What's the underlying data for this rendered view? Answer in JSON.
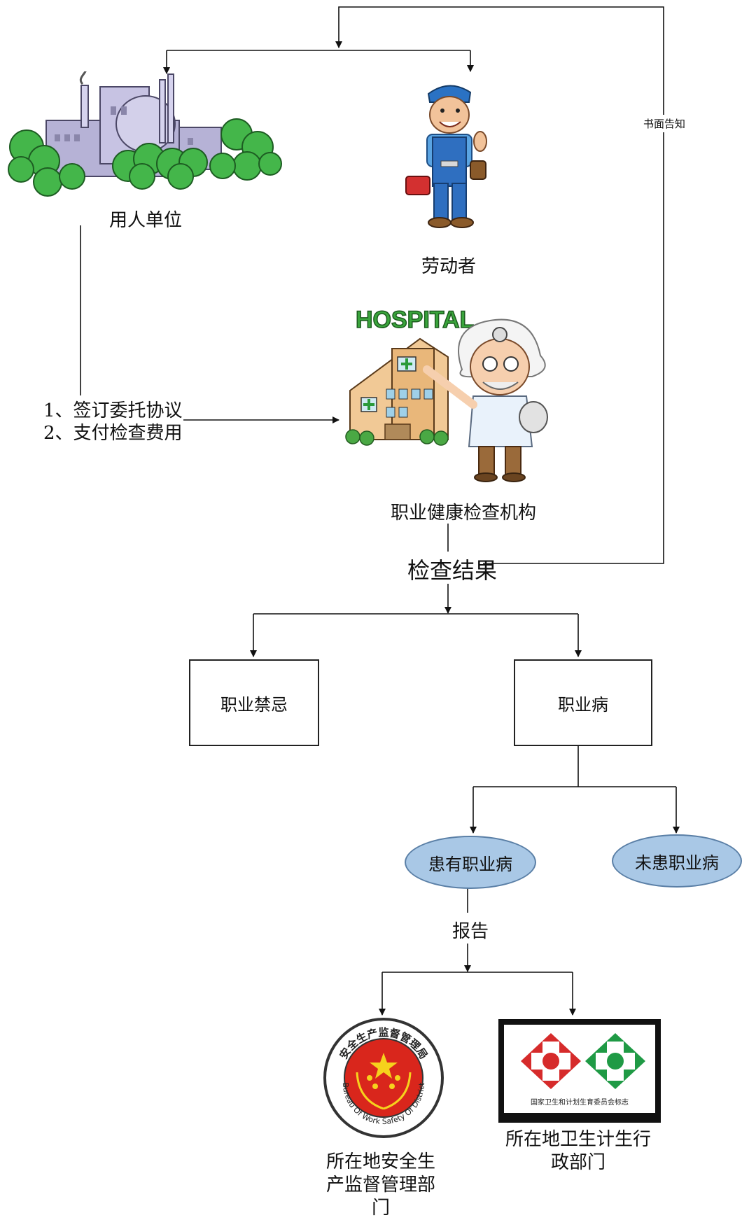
{
  "nodes": {
    "employer": "用人单位",
    "worker": "劳动者",
    "exam_institution": "职业健康检查机构",
    "results": "检查结果",
    "contraindication": "职业禁忌",
    "occupational_disease": "职业病",
    "has_disease": "患有职业病",
    "no_disease": "未患职业病",
    "safety_bureau": "所在地安全生产监督管理部门",
    "health_dept": "所在地卫生计生行政部门"
  },
  "edges": {
    "written_notice": "书面告知",
    "agreement": "1、签订委托协议",
    "payment": "2、支付检查费用",
    "report": "报告"
  },
  "images": {
    "hospital_sign": "HOSPITAL",
    "seal_text": "安全生产监督管理局",
    "seal_english": "Bureau Of Work Safety Of District",
    "health_logo_caption": "国家卫生和计划生育委员会标志"
  },
  "colors": {
    "ellipse_fill": "#a9c8e6",
    "ellipse_border": "#5a7fa6",
    "line": "#111111",
    "seal_red": "#d9261c",
    "cross_red": "#d62b2b",
    "cross_green": "#1f9a45"
  }
}
